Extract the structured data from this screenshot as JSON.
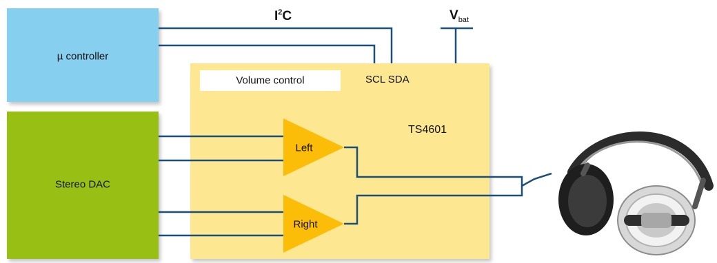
{
  "blocks": {
    "microcontroller": "µ controller",
    "stereo_dac": "Stereo DAC",
    "volume_control": "Volume control",
    "scl_sda": "SCL SDA",
    "chip": "TS4601",
    "amp_left": "Left",
    "amp_right": "Right"
  },
  "bus": {
    "i2c_prefix": "I",
    "i2c_sup": "2",
    "i2c_suffix": "C",
    "vbat_main": "V",
    "vbat_sub": "bat"
  },
  "colors": {
    "microcontroller": "#87cfee",
    "stereo_dac": "#97bf14",
    "chip": "#fde790",
    "volume_control": "#ffffff",
    "amplifier": "#fbbd08",
    "wire": "#1a4f7a"
  },
  "icons": {
    "headphones": "headphones-image"
  }
}
